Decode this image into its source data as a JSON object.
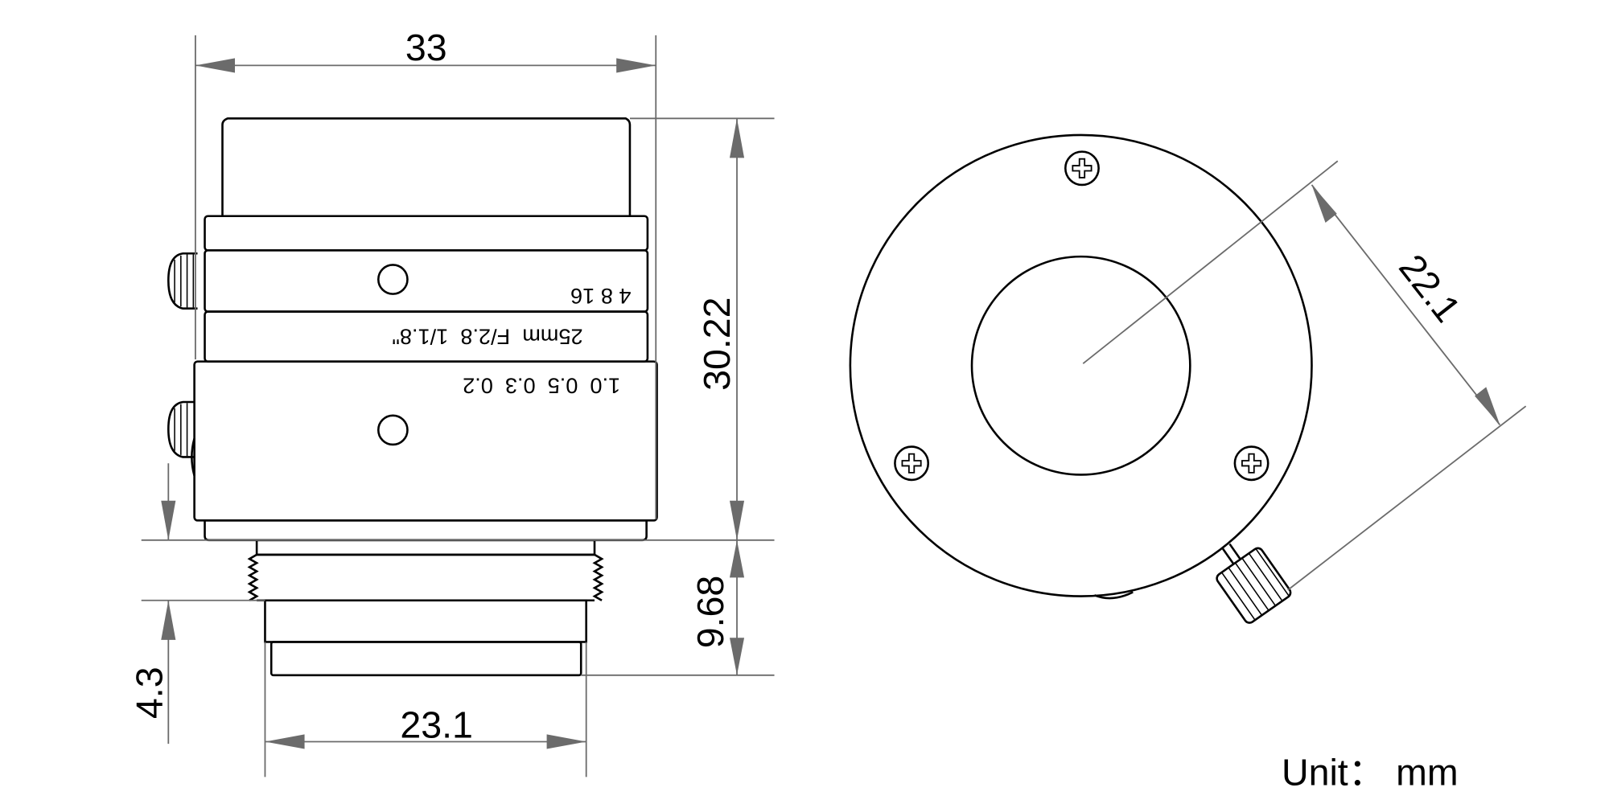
{
  "dimensions": {
    "overall_width": "33",
    "body_height": "30.22",
    "mount_length": "9.68",
    "flange_length": "4.3",
    "thread_diameter": "23.1",
    "front_diameter": "22.1"
  },
  "markings": {
    "aperture_scale": "4 8 16",
    "lens_spec": "25mm  F/2.8  1/1.8\"",
    "focus_scale": "1.0  0.5  0.3  0.2"
  },
  "unit_note": "Unit： mm",
  "colors": {
    "outline": "#000000",
    "dimension_line": "#6b6b6b",
    "background": "#ffffff"
  }
}
